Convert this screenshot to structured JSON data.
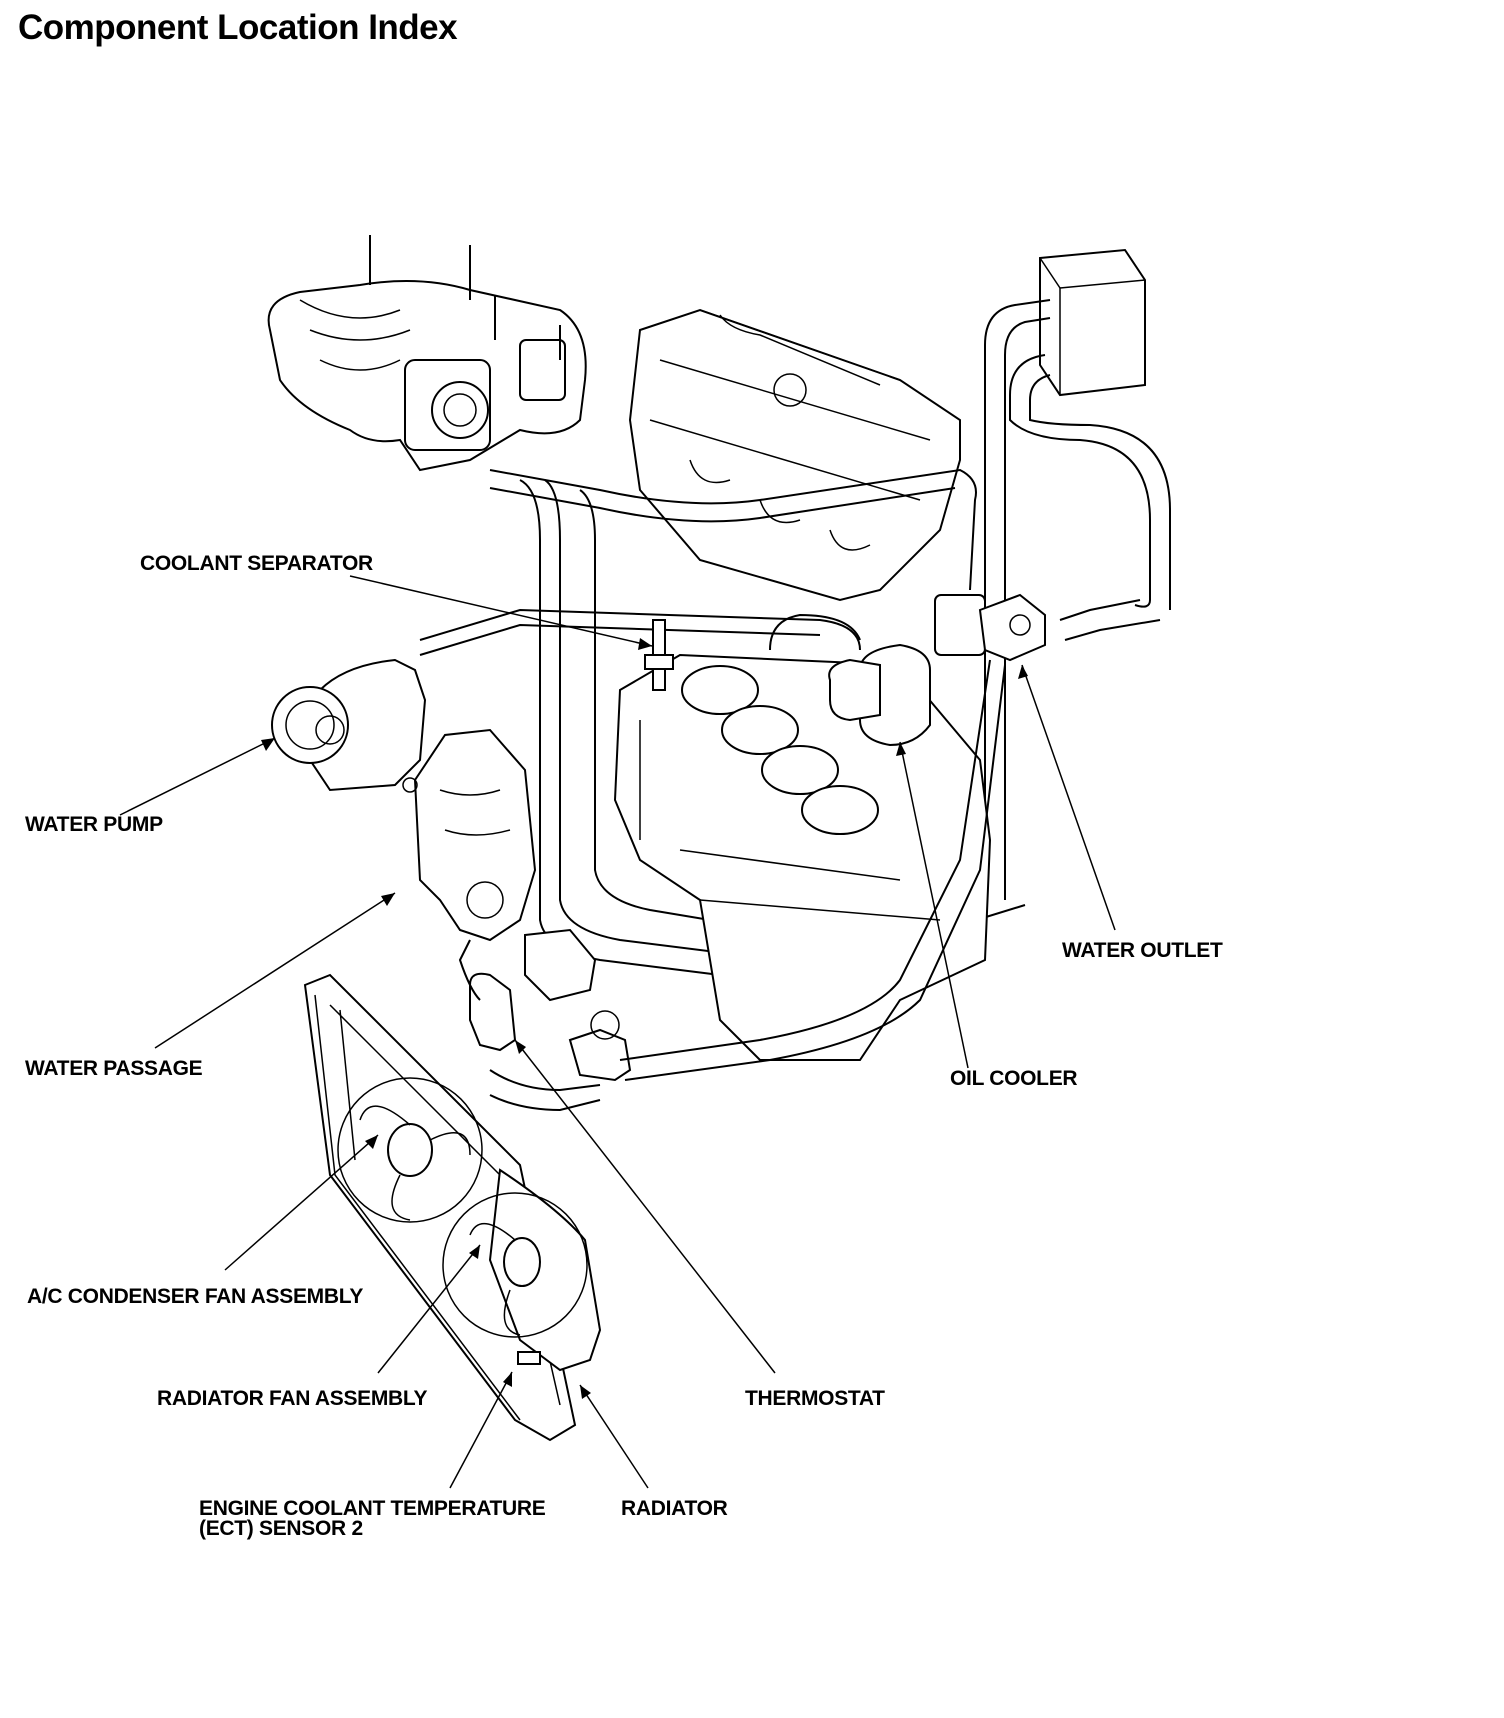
{
  "title": "Component Location Index",
  "labels": {
    "coolant_separator": "COOLANT SEPARATOR",
    "water_pump": "WATER PUMP",
    "water_passage": "WATER PASSAGE",
    "water_outlet": "WATER OUTLET",
    "oil_cooler": "OIL COOLER",
    "ac_condenser_fan": "A/C CONDENSER FAN ASSEMBLY",
    "radiator_fan": "RADIATOR FAN ASSEMBLY",
    "thermostat": "THERMOSTAT",
    "ect_sensor_line1": "ENGINE COOLANT TEMPERATURE",
    "ect_sensor_line2": "(ECT) SENSOR 2",
    "radiator": "RADIATOR"
  },
  "colors": {
    "ink": "#000000",
    "paper": "#ffffff"
  }
}
